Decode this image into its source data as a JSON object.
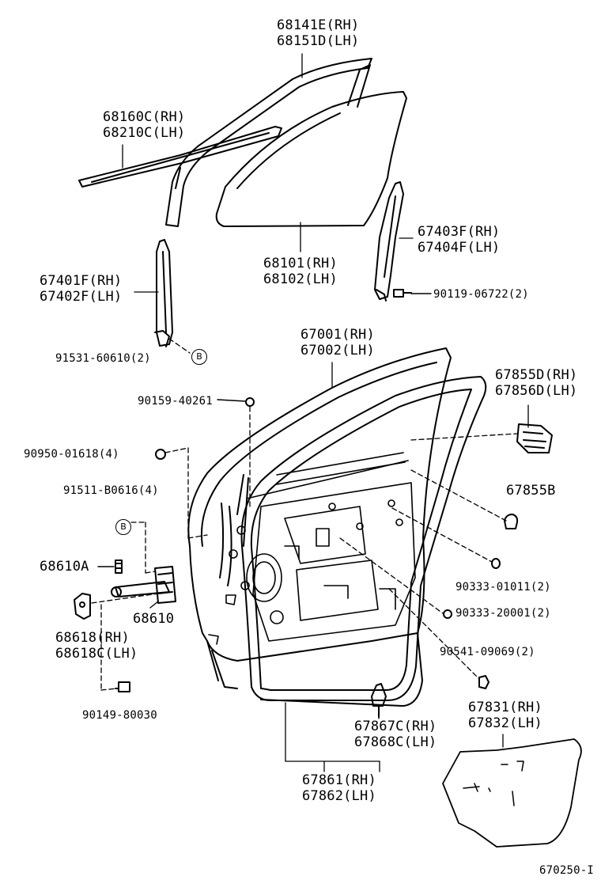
{
  "diagram": {
    "code": "670250-I",
    "circle_ref": "B",
    "labels": {
      "p68141": "68141E(RH)",
      "p68151": "68151D(LH)",
      "p68160": "68160C(RH)",
      "p68210": "68210C(LH)",
      "p68101": "68101(RH)",
      "p68102": "68102(LH)",
      "p67403": "67403F(RH)",
      "p67404": "67404F(LH)",
      "p90119": "90119-06722(2)",
      "p67401": "67401F(RH)",
      "p67402": "67402F(LH)",
      "p91531": "91531-60610(2)",
      "p67001": "67001(RH)",
      "p67002": "67002(LH)",
      "p67855d": "67855D(RH)",
      "p67856d": "67856D(LH)",
      "p90159": "90159-40261",
      "p90950": "90950-01618(4)",
      "p91511": "91511-B0616(4)",
      "p67855b": "67855B",
      "p68610a": "68610A",
      "p68610": "68610",
      "p90333_01011": "90333-01011(2)",
      "p90333_20001": "90333-20001(2)",
      "p68618": "68618(RH)",
      "p68618c": "68618C(LH)",
      "p90541": "90541-09069(2)",
      "p90149": "90149-80030",
      "p67831": "67831(RH)",
      "p67832": "67832(LH)",
      "p67867c": "67867C(RH)",
      "p67868c": "67868C(LH)",
      "p67861": "67861(RH)",
      "p67862": "67862(LH)"
    }
  }
}
